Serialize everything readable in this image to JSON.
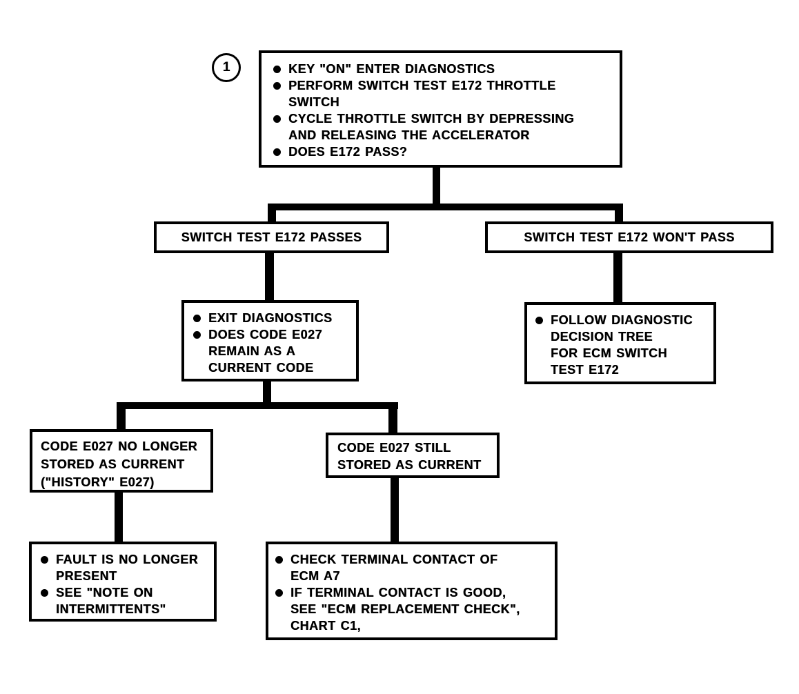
{
  "page": {
    "background": "#ffffff",
    "ink": "#000000"
  },
  "flowchart": {
    "step_marker": "1",
    "start": {
      "items": [
        "KEY \"ON\" ENTER DIAGNOSTICS",
        "PERFORM SWITCH TEST E172 THROTTLE\nSWITCH",
        "CYCLE THROTTLE SWITCH BY DEPRESSING\nAND RELEASING THE ACCELERATOR",
        "DOES E172 PASS?"
      ]
    },
    "passes": {
      "label": "SWITCH TEST E172 PASSES"
    },
    "wont_pass": {
      "label": "SWITCH TEST E172 WON'T PASS"
    },
    "exit_diagnostics": {
      "items": [
        "EXIT DIAGNOSTICS",
        "DOES CODE E027\nREMAIN AS A\nCURRENT CODE"
      ]
    },
    "follow_tree": {
      "items": [
        "FOLLOW DIAGNOSTIC\nDECISION TREE\nFOR ECM SWITCH\nTEST E172"
      ]
    },
    "history_code": {
      "label": "CODE E027 NO LONGER\nSTORED AS CURRENT\n(\"HISTORY\" E027)"
    },
    "still_current": {
      "label": "CODE E027 STILL\nSTORED AS CURRENT"
    },
    "fault_cleared": {
      "items": [
        "FAULT IS NO LONGER\nPRESENT",
        "SEE \"NOTE ON\nINTERMITTENTS\""
      ]
    },
    "check_terminal": {
      "items": [
        "CHECK TERMINAL CONTACT OF\nECM A7",
        "IF TERMINAL CONTACT IS GOOD,\nSEE \"ECM REPLACEMENT CHECK\",\nCHART C1,"
      ]
    }
  }
}
